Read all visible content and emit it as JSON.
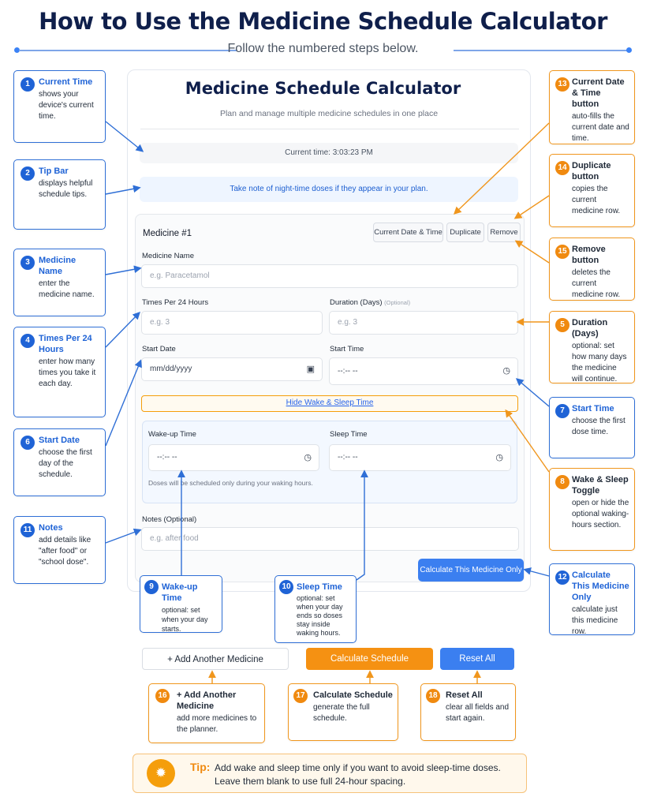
{
  "header": {
    "title": "How to Use the Medicine Schedule Calculator",
    "subtitle": "Follow the numbered steps below."
  },
  "calculator": {
    "title": "Medicine Schedule Calculator",
    "subtitle": "Plan and manage multiple medicine schedules in one place",
    "current_time": "Current time: 3:03:23 PM",
    "tip_bar": "Take note of night-time doses if they appear in your plan.",
    "medicine": {
      "heading": "Medicine #1",
      "btn_current": "Current Date & Time",
      "btn_duplicate": "Duplicate",
      "btn_remove": "Remove",
      "name_label": "Medicine Name",
      "name_placeholder": "e.g. Paracetamol",
      "times_label": "Times Per 24 Hours",
      "times_placeholder": "e.g. 3",
      "duration_label": "Duration (Days)",
      "duration_optional": "(Optional)",
      "duration_placeholder": "e.g. 3",
      "start_date_label": "Start Date",
      "start_date_value": "mm/dd/yyyy",
      "start_time_label": "Start Time",
      "start_time_value": "--:-- --",
      "toggle_label": "Hide Wake & Sleep Time",
      "wake_label": "Wake-up Time",
      "wake_value": "--:-- --",
      "sleep_label": "Sleep Time",
      "sleep_value": "--:-- --",
      "doses_note": "Doses will be scheduled only during your waking hours.",
      "notes_label": "Notes (Optional)",
      "notes_placeholder": "e.g. after food",
      "calc_one": "Calculate This Medicine Only"
    }
  },
  "buttons": {
    "add": "+ Add Another Medicine",
    "calculate": "Calculate Schedule",
    "reset": "Reset All"
  },
  "annotations": [
    {
      "num": "1",
      "title": "Current Time",
      "desc": "shows your device's current time."
    },
    {
      "num": "2",
      "title": "Tip Bar",
      "desc": "displays helpful schedule tips."
    },
    {
      "num": "3",
      "title": "Medicine Name",
      "desc": "enter the medicine name."
    },
    {
      "num": "4",
      "title": "Times Per 24 Hours",
      "desc": "enter how many times you take it each day."
    },
    {
      "num": "5",
      "title": "Duration (Days)",
      "desc": "optional: set how many days the medicine will continue."
    },
    {
      "num": "6",
      "title": "Start Date",
      "desc": "choose the first day of the schedule."
    },
    {
      "num": "7",
      "title": "Start Time",
      "desc": "choose the first dose time."
    },
    {
      "num": "8",
      "title": "Wake & Sleep Toggle",
      "desc": "open or hide the optional waking-hours section."
    },
    {
      "num": "9",
      "title": "Wake-up Time",
      "desc": "optional: set when your day starts."
    },
    {
      "num": "10",
      "title": "Sleep Time",
      "desc": "optional: set when your day ends so doses stay inside waking hours."
    },
    {
      "num": "11",
      "title": "Notes",
      "desc": "add details like \"after food\" or \"school dose\"."
    },
    {
      "num": "12",
      "title": "Calculate This Medicine Only",
      "desc": "calculate just this medicine row."
    },
    {
      "num": "13",
      "title": "Current Date & Time button",
      "desc": "auto-fills the current date and time."
    },
    {
      "num": "14",
      "title": "Duplicate button",
      "desc": "copies the current medicine row."
    },
    {
      "num": "15",
      "title": "Remove button",
      "desc": "deletes the current medicine row."
    },
    {
      "num": "16",
      "title": "+ Add Another Medicine",
      "desc": "add more medicines to the planner."
    },
    {
      "num": "17",
      "title": "Calculate Schedule",
      "desc": "generate the full schedule."
    },
    {
      "num": "18",
      "title": "Reset All",
      "desc": "clear all fields and start again."
    }
  ],
  "tip": {
    "label": "Tip:",
    "text": "Add wake and sleep time only if you want to avoid sleep-time doses. Leave them blank to use full 24-hour spacing."
  },
  "icons": {
    "calendar": "calendar-icon",
    "clock": "clock-icon",
    "lightbulb": "lightbulb-icon"
  },
  "colors": {
    "blue": "#1f63d6",
    "orange": "#f08a10",
    "navy": "#0f1f4b"
  }
}
